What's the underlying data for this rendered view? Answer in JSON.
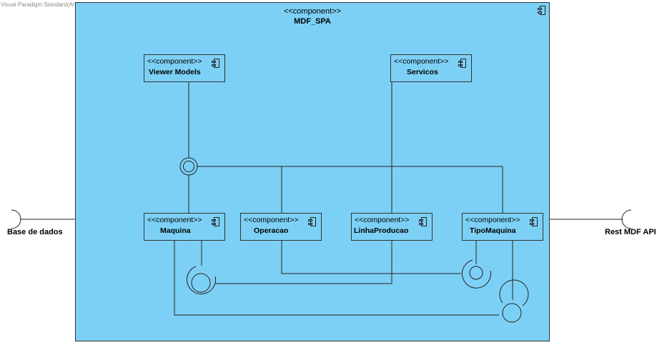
{
  "watermark": "Visual Paradigm Standard(Ana Mata(Instituto Superior de Engenharia do Porto))",
  "container": {
    "stereotype": "<<component>>",
    "name": "MDF_SPA"
  },
  "components": {
    "viewer_models": {
      "stereotype": "<<component>>",
      "name": "Viewer Models"
    },
    "servicos": {
      "stereotype": "<<component>>",
      "name": "Servicos"
    },
    "maquina": {
      "stereotype": "<<component>>",
      "name": "Maquina"
    },
    "operacao": {
      "stereotype": "<<component>>",
      "name": "Operacao"
    },
    "linha_producao": {
      "stereotype": "<<component>>",
      "name": "LinhaProducao"
    },
    "tipo_maquina": {
      "stereotype": "<<component>>",
      "name": "TipoMaquina"
    }
  },
  "external_ports": {
    "left": "Base de dados",
    "right": "Rest MDF API"
  }
}
